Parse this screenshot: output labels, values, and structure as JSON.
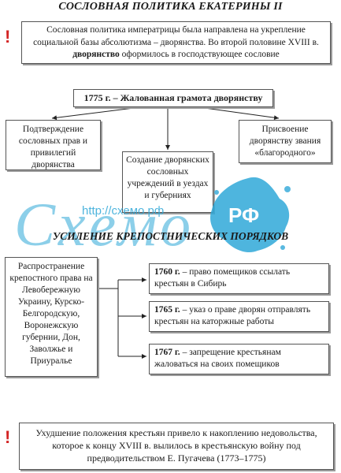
{
  "title": "СОСЛОВНАЯ ПОЛИТИКА ЕКАТЕРИНЫ II",
  "intro": {
    "icon": "!",
    "text_before": "Сословная политика императрицы была направлена на укрепление социальной базы абсолютизма – дворянства. Во второй половине XVIII в. ",
    "bold": "дворянство",
    "text_after": " оформилось в господствующее сословие"
  },
  "charter": "1775 г. – Жалованная грамота дворянству",
  "branches": {
    "left": "Подтверждение сословных прав и привилегий дворянства",
    "center": "Создание дворянских сословных учреждений в уездах и губерниях",
    "right": "Присвоение дворянству звания «благородного»"
  },
  "section_title": "УСИЛЕНИЕ КРЕПОСТНИЧЕСКИХ ПОРЯДКОВ",
  "serfdom_spread": "Распространение крепостного права на Левобережную Украину, Курско-Белгородскую, Воронежскую губернии, Дон, Заволжье и Приуралье",
  "decrees": [
    {
      "year": "1760 г.",
      "text": " – право помещиков ссылать крестьян в Сибирь"
    },
    {
      "year": "1765 г.",
      "text": " – указ о праве дворян отправлять крестьян на каторжные работы"
    },
    {
      "year": "1767 г.",
      "text": " – запрещение крестьянам жаловаться на своих помещиков"
    }
  ],
  "conclusion": {
    "icon": "!",
    "text": "Ухудшение положения крестьян привело к накоплению недовольства, которое к концу XVIII в. вылилось в крестьянскую войну под предводительством Е. Пугачева (1773–1775)"
  },
  "watermark": {
    "url": "http://схемо.рф",
    "logo": "Схемо",
    "badge": "РФ",
    "color": "#2fa8d8"
  }
}
